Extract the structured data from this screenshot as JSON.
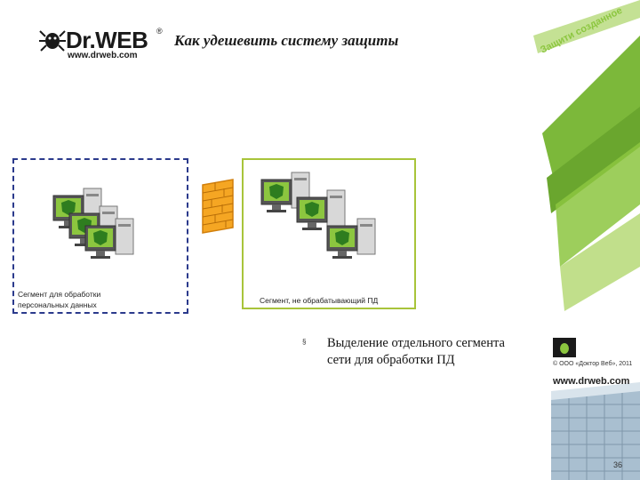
{
  "logo": {
    "name": "Dr.WEB",
    "reg": "®",
    "url": "www.drweb.com"
  },
  "title": "Как удешевить систему защиты",
  "decoration": {
    "slogan": "Защити созданное",
    "copyright": "© ООО «Доктор Веб», 2011",
    "url": "www.drweb.com",
    "accent_color": "#8cc63f"
  },
  "diagram": {
    "left_segment_label": "Сегмент для обработки персональных данных",
    "right_segment_label": "Сегмент, не обрабатывающий ПД",
    "left_border_color": "#2b3a8c",
    "right_border_color": "#a8c43a",
    "firewall_icon": "firewall-icon",
    "computer_icon": "computer-icon"
  },
  "bullet": {
    "marker": "§",
    "text": "Выделение отдельного сегмента сети для обработки ПД"
  },
  "page_number": "36"
}
